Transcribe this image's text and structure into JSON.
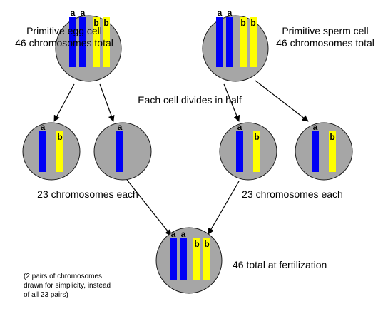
{
  "colors": {
    "cell_fill": "#a6a6a6",
    "cell_stroke": "#1a1a1a",
    "allele_a": "#0000f5",
    "allele_b": "#ffff00",
    "label_a": "#0000cc",
    "label_b": "#dede00",
    "arrow": "#000000"
  },
  "icons": {
    "cell": "cell-circle-icon",
    "chromosome": "chromosome-bar-icon",
    "arrow": "arrow-icon"
  },
  "labels": {
    "egg_title": "Primitive egg cell",
    "egg_count": "46 chromosomes total",
    "sperm_title": "Primitive sperm cell",
    "sperm_count": "46 chromosomes total",
    "divides": "Each cell divides in half",
    "each_left": "23 chromosomes each",
    "each_right": "23 chromosomes each",
    "fertilization": "46 total at fertilization",
    "note": [
      "(2 pairs of chromosomes",
      "drawn for simplicity, instead",
      "of all 23 pairs)"
    ]
  },
  "cells": [
    {
      "id": "egg-cell",
      "chromosomes": [
        "a",
        "a",
        "b",
        "b"
      ]
    },
    {
      "id": "sperm-cell",
      "chromosomes": [
        "a",
        "a",
        "b",
        "b"
      ]
    },
    {
      "id": "egg-daughter-1",
      "chromosomes": [
        "a",
        "b"
      ]
    },
    {
      "id": "egg-daughter-2",
      "chromosomes": [
        "a"
      ]
    },
    {
      "id": "sperm-daughter-1",
      "chromosomes": [
        "a",
        "b"
      ]
    },
    {
      "id": "sperm-daughter-2",
      "chromosomes": [
        "a",
        "b"
      ]
    },
    {
      "id": "zygote-cell",
      "chromosomes": [
        "a",
        "a",
        "b",
        "b"
      ]
    }
  ]
}
